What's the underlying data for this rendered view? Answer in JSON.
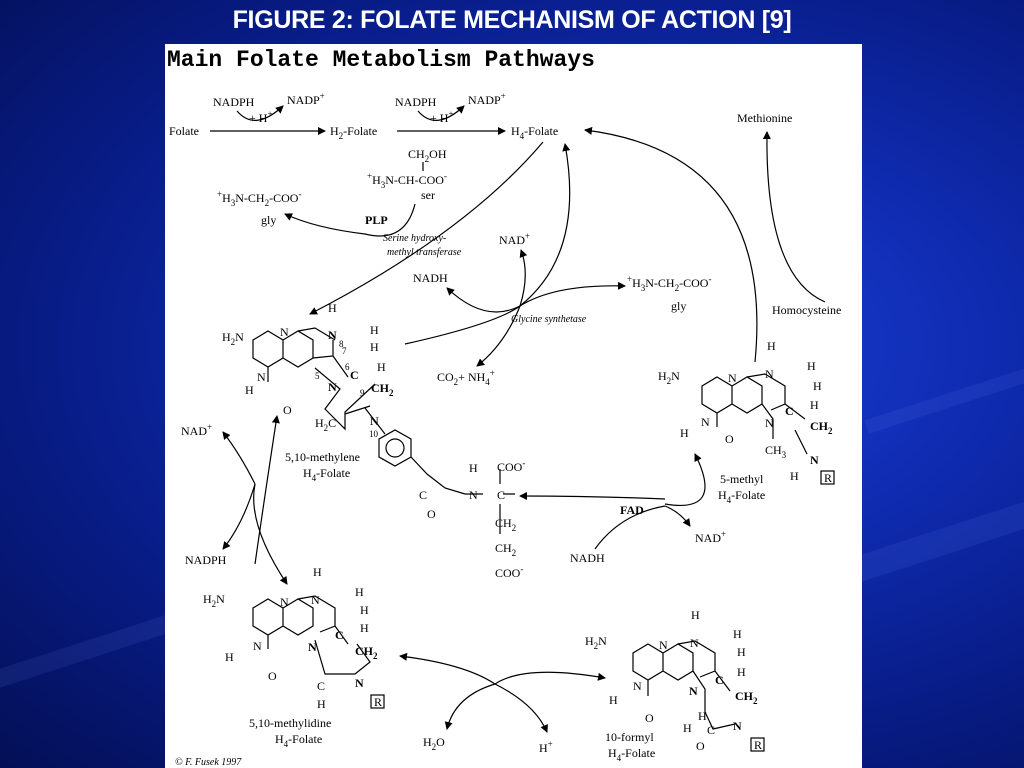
{
  "slide": {
    "title": "FIGURE 2: FOLATE MECHANISM OF ACTION [9]"
  },
  "figure": {
    "title": "Main Folate Metabolism Pathways",
    "credit": "© F. Fusek 1997",
    "step1": {
      "nadph": "NADPH",
      "h": "+ H",
      "hplus": "+",
      "nadp": "NADP",
      "nadp_plus": "+"
    },
    "step2": {
      "nadph": "NADPH",
      "h": "+ H",
      "hplus": "+",
      "nadp": "NADP",
      "nadp_plus": "+"
    },
    "folate": "Folate",
    "h2_folate": {
      "a": "H",
      "sub": "2",
      "b": "-Folate"
    },
    "h4_folate": {
      "a": "H",
      "sub": "4",
      "b": "-Folate"
    },
    "methionine": "Methionine",
    "homocysteine": "Homocysteine",
    "serine": {
      "l1": "CH",
      "l1sub": "2",
      "l1b": "OH",
      "l2plus": "+",
      "l2a": "H",
      "l2sub": "3",
      "l2b": "N-CH-COO",
      "l2minus": "-",
      "name": "ser"
    },
    "glycine_left": {
      "plus": "+",
      "a": "H",
      "sub1": "3",
      "b": "N-CH",
      "sub2": "2",
      "c": "-COO",
      "minus": "-",
      "name": "gly"
    },
    "glycine_right": {
      "plus": "+",
      "a": "H",
      "sub1": "3",
      "b": "N-CH",
      "sub2": "2",
      "c": "-COO",
      "minus": "-",
      "name": "gly"
    },
    "plp": "PLP",
    "shmt": {
      "l1": "Serine hydroxy-",
      "l2": "methyl transferase"
    },
    "gcs": {
      "nad": "NAD",
      "nad_plus": "+",
      "nadh": "NADH",
      "enzyme": "Glycine synthetase",
      "co2": "CO",
      "co2sub": "2",
      "nh4": "+ NH",
      "nh4sub": "4",
      "nh4plus": "+"
    },
    "methylene": {
      "l1": "5,10-methylene",
      "l2a": "H",
      "l2sub": "4",
      "l2b": "-Folate"
    },
    "methylidine": {
      "l1": "5,10-methylidine",
      "l2a": "H",
      "l2sub": "4",
      "l2b": "-Folate"
    },
    "methyl": {
      "l1": "5-methyl",
      "l2a": "H",
      "l2sub": "4",
      "l2b": "-Folate"
    },
    "formyl": {
      "l1": "10-formyl",
      "l2a": "H",
      "l2sub": "4",
      "l2b": "-Folate"
    },
    "mthfd": {
      "nad": "NAD",
      "nad_plus": "+",
      "nadph": "NADPH"
    },
    "mthfr": {
      "fad": "FAD",
      "nadh": "NADH",
      "nad": "NAD",
      "nad_plus": "+"
    },
    "cyclo": {
      "h2o": "H",
      "h2osub": "2",
      "h2ob": "O",
      "h": "H",
      "hplus": "+"
    },
    "atoms": {
      "H": "H",
      "N": "N",
      "C": "C",
      "O": "O",
      "R": "R",
      "H2N": "H",
      "two": "2",
      "CH2": "CH",
      "CH3": "CH",
      "three": "3",
      "H2C": "H",
      "H2Cb": "C"
    },
    "numbers": {
      "n5": "5",
      "n6": "6",
      "n7": "7",
      "n8": "8",
      "n9": "9",
      "n10": "10"
    },
    "glutamate": {
      "nh": "H",
      "coo": "COO",
      "minus": "-",
      "ch2": "CH",
      "two": "2"
    }
  }
}
